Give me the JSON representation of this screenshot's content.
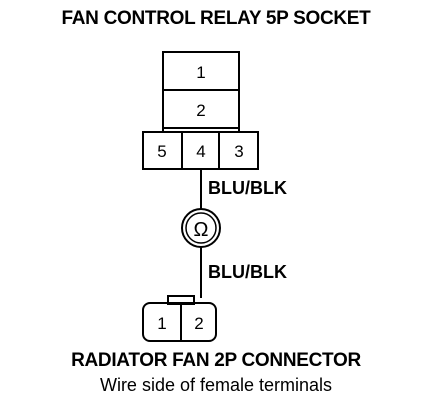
{
  "relay_socket": {
    "title": "FAN CONTROL RELAY 5P SOCKET",
    "terminals": [
      "1",
      "2",
      "5",
      "4",
      "3"
    ]
  },
  "wires": {
    "upper_label": "BLU/BLK",
    "lower_label": "BLU/BLK"
  },
  "meter": {
    "symbol": "Ω"
  },
  "fan_connector": {
    "title": "RADIATOR FAN 2P CONNECTOR",
    "subtitle": "Wire side of female terminals",
    "terminals": [
      "1",
      "2"
    ]
  }
}
